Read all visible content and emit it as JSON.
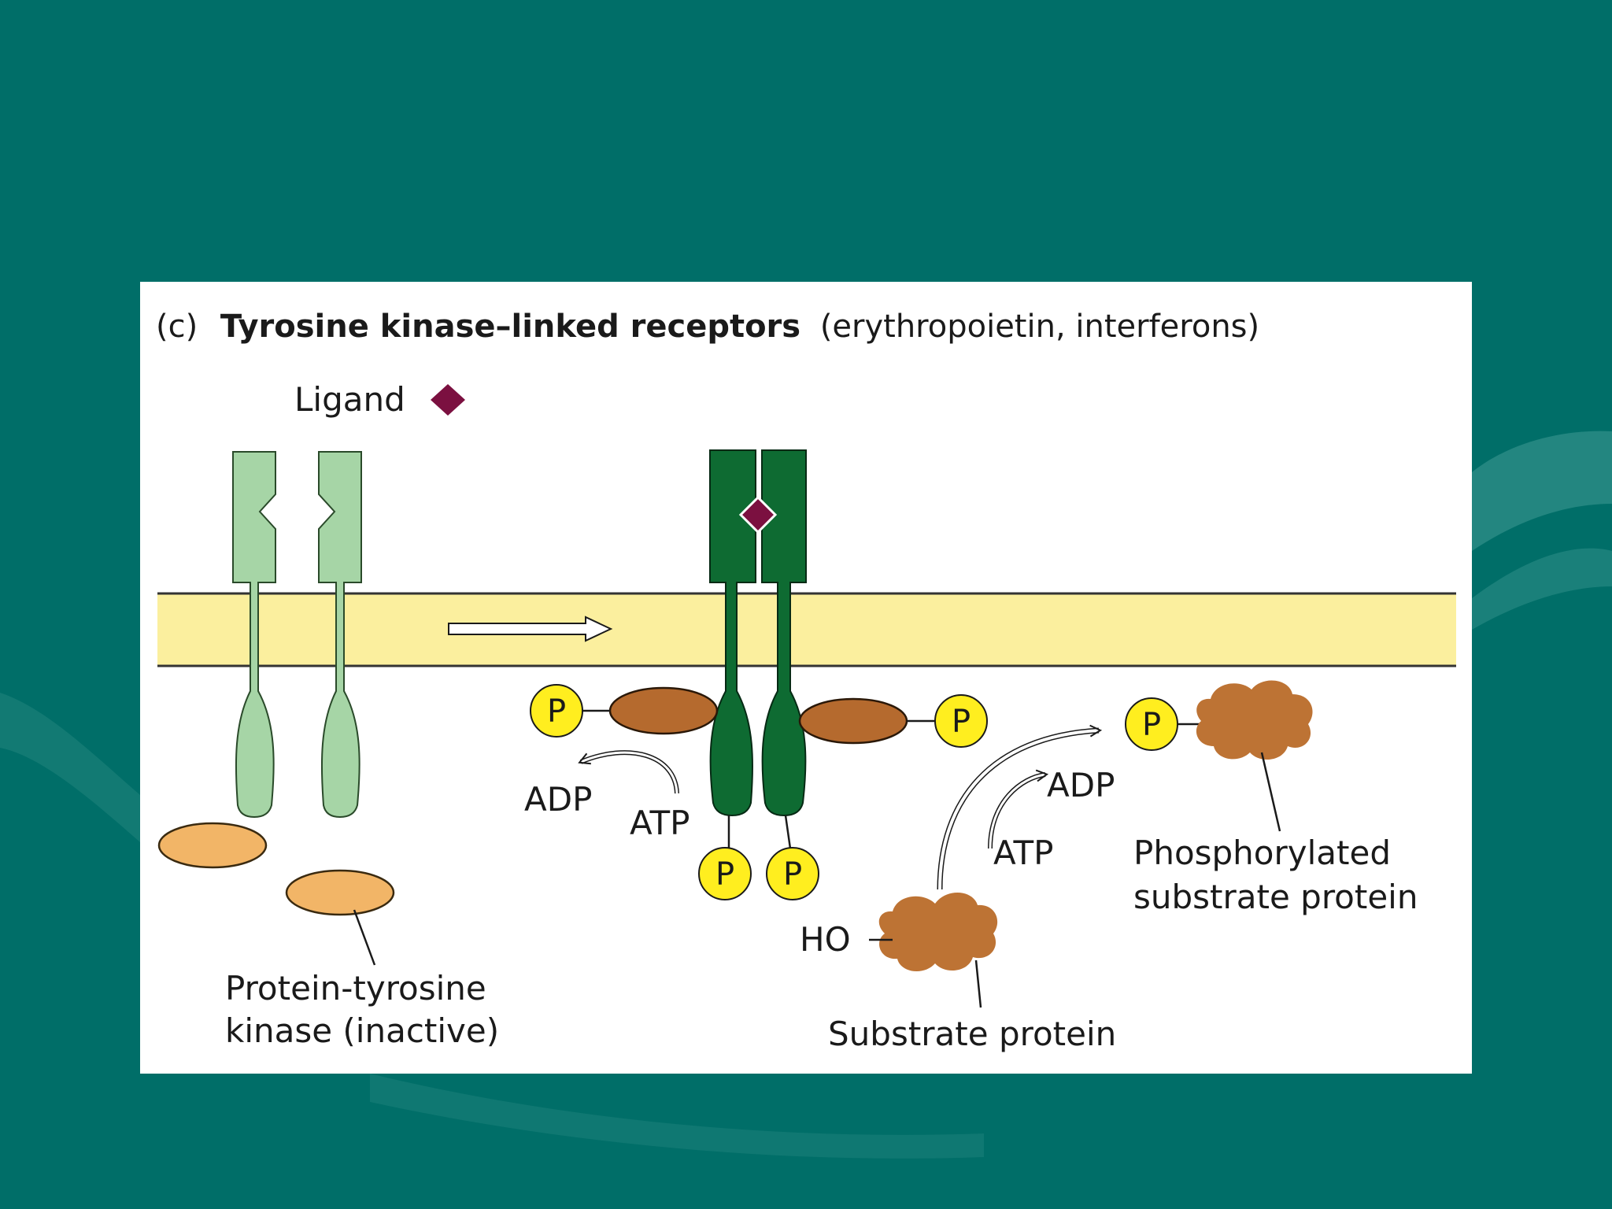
{
  "slide": {
    "background_color": "#006e68",
    "accent_swoosh_color": "#2f8f88"
  },
  "figure": {
    "title_prefix": "(c)",
    "title_bold": "Tyrosine kinase–linked receptors",
    "title_rest": "(erythropoietin, interferons)",
    "ligand_label": "Ligand",
    "kinase_label_line1": "Protein-tyrosine",
    "kinase_label_line2": "kinase (inactive)",
    "phosphate": "P",
    "adp": "ADP",
    "atp": "ATP",
    "ho": "HO",
    "substrate_label": "Substrate protein",
    "phospho_label_line1": "Phosphorylated",
    "phospho_label_line2": "substrate protein",
    "colors": {
      "membrane": "#fbef9e",
      "receptor_inactive": "#a6d5a6",
      "receptor_active": "#0e6b32",
      "ligand": "#7b1040",
      "kinase_inactive": "#f2b567",
      "kinase_active": "#b56a2e",
      "substrate": "#bd7334",
      "phosphate": "#ffee1f"
    }
  }
}
